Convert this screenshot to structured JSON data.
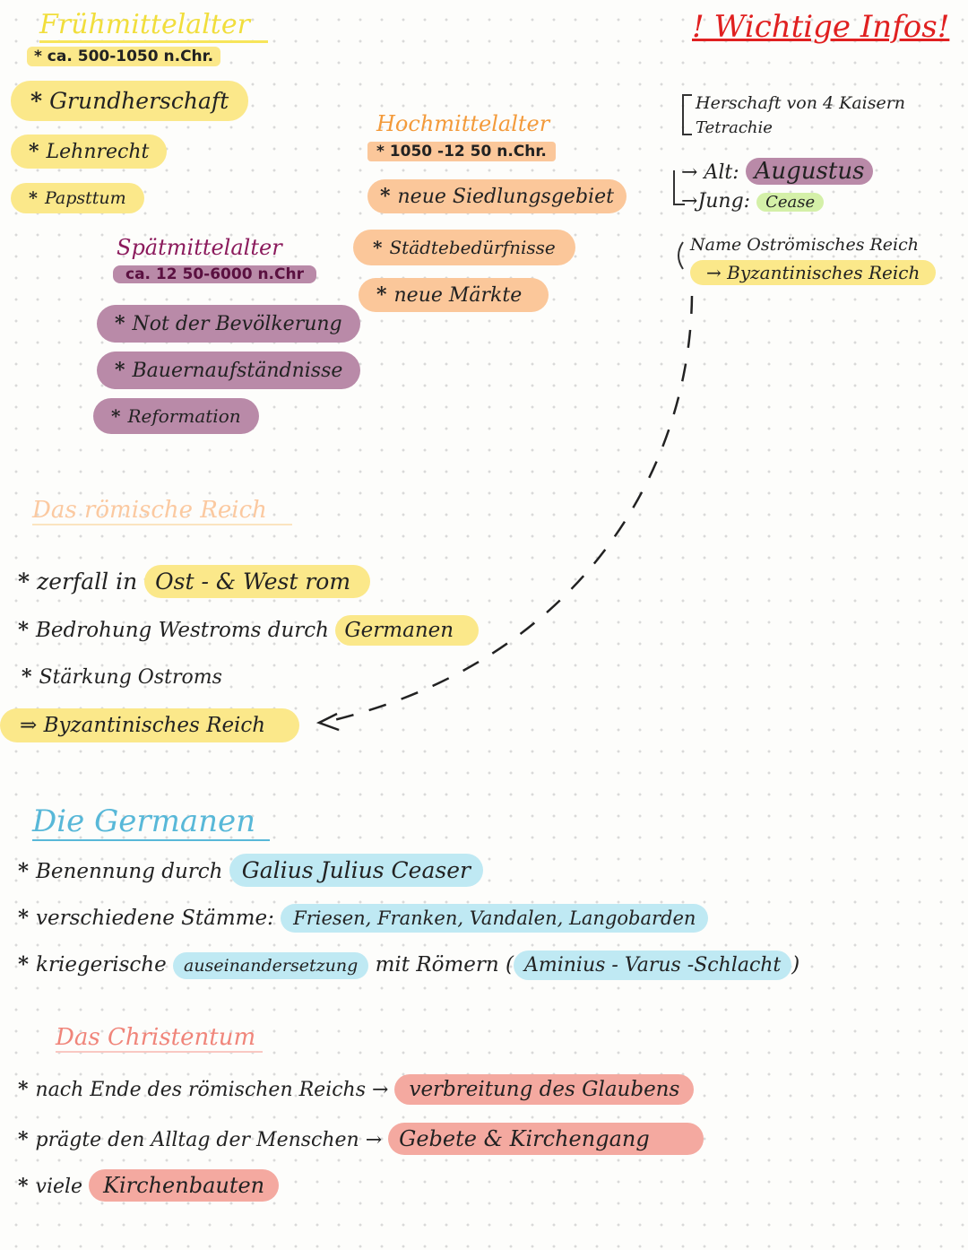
{
  "colors": {
    "fruh": "#f7e55a",
    "hoch": "#f39a3a",
    "spat": "#8b1a5c",
    "rom": "#fbc9a0",
    "germanen": "#58b8d8",
    "christ": "#f0857a",
    "wichtig": "#e02020"
  },
  "fruh": {
    "title": "Frühmittelalter",
    "date": "* ca. 500-1050 n.Chr.",
    "items": [
      "Grundherschaft",
      "Lehnrecht",
      "Papsttum"
    ]
  },
  "hoch": {
    "title": "Hochmittelalter",
    "date": "* 1050 -12 50 n.Chr.",
    "items": [
      "neue Siedlungsgebiet",
      "Städtebedürfnisse",
      "neue Märkte"
    ]
  },
  "spat": {
    "title": "Spätmittelalter",
    "date": "ca. 12 50-6000 n.Chr",
    "items": [
      "Not der Bevölkerung",
      "Bauernaufständnisse",
      "Reformation"
    ]
  },
  "wichtig": {
    "title": "! Wichtige Infos!",
    "line1": "Herschaft von 4 Kaisern",
    "line2": "Tetrachie",
    "alt_label": "Alt:",
    "alt_value": "Augustus",
    "jung_label": "Jung:",
    "jung_value": "Cease",
    "name_line": "Name Oströmisches Reich",
    "byz_line": "Byzantinisches Reich"
  },
  "rom": {
    "title": "Das römische Reich",
    "l1_prefix": "zerfall in",
    "l1_hl": "Ost - & West rom",
    "l2_prefix": "Bedrohung Westroms durch",
    "l2_hl": "Germanen",
    "l3": "Stärkung Ostroms",
    "l4": "Byzantinisches Reich"
  },
  "germanen": {
    "title": "Die Germanen",
    "l1_prefix": "Benennung durch",
    "l1_hl": "Galius Julius Ceaser",
    "l2_prefix": "verschiedene Stämme:",
    "l2_hl": "Friesen, Franken, Vandalen, Langobarden",
    "l3_prefix": "kriegerische",
    "l3_hl1": "auseinandersetzung",
    "l3_mid": "mit Römern (",
    "l3_hl2": "Aminius - Varus -Schlacht",
    "l3_end": ")"
  },
  "christ": {
    "title": "Das Christentum",
    "l1_prefix": "nach Ende des römischen Reichs →",
    "l1_hl": "verbreitung des Glaubens",
    "l2_prefix": "prägte den Alltag der Menschen →",
    "l2_hl": "Gebete & Kirchengang",
    "l3_prefix": "viele",
    "l3_hl": "Kirchenbauten"
  }
}
